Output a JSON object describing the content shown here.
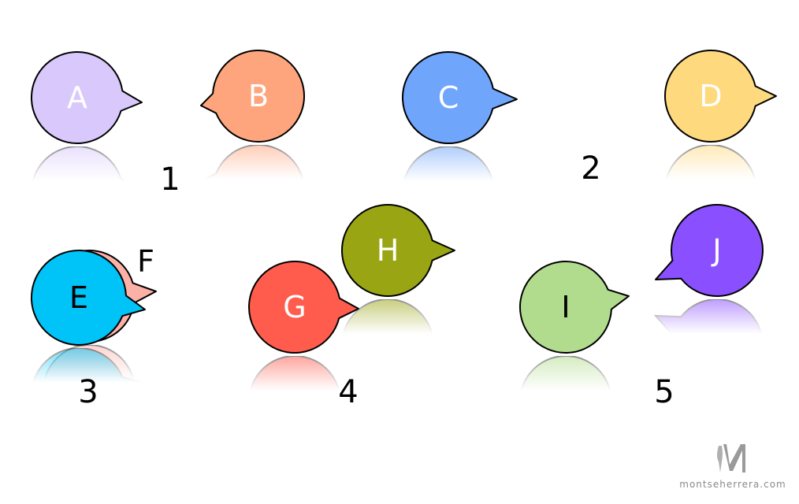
{
  "bubbles": [
    {
      "id": "A",
      "label": "A",
      "color": "#d8c8fb",
      "text_color": "#ffffff"
    },
    {
      "id": "B",
      "label": "B",
      "color": "#fea57d",
      "text_color": "#ffffff"
    },
    {
      "id": "C",
      "label": "C",
      "color": "#6fa5fb",
      "text_color": "#ffffff"
    },
    {
      "id": "D",
      "label": "D",
      "color": "#fed97e",
      "text_color": "#ffffff"
    },
    {
      "id": "F",
      "label": "F",
      "color": "#fcb1a8",
      "text_color": "#000000"
    },
    {
      "id": "E",
      "label": "E",
      "color": "#00c3f8",
      "text_color": "#000000"
    },
    {
      "id": "G",
      "label": "G",
      "color": "#ff5c4e",
      "text_color": "#ffffff"
    },
    {
      "id": "H",
      "label": "H",
      "color": "#9aa513",
      "text_color": "#ffffff"
    },
    {
      "id": "I",
      "label": "I",
      "color": "#b2dc8d",
      "text_color": "#000000"
    },
    {
      "id": "J",
      "label": "J",
      "color": "#8a4ffe",
      "text_color": "#ffffff"
    }
  ],
  "group_numbers": [
    "1",
    "2",
    "3",
    "4",
    "5"
  ],
  "watermark": {
    "text": "montseherrera.com",
    "monogram": "M"
  }
}
